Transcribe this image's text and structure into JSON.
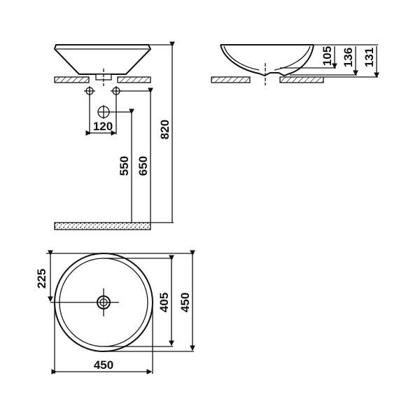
{
  "title": "Countertop washbasin technical drawing",
  "front_view": {
    "dims": {
      "tap_spacing": "120",
      "floor_to_tap": "650",
      "floor_to_drain": "550",
      "floor_to_top": "820"
    }
  },
  "side_view": {
    "dims": {
      "inner_depth": "105",
      "outer_height": "136",
      "height_above_counter": "131"
    }
  },
  "plan_view": {
    "dims": {
      "drain_offset": "225",
      "inner_diameter": "405",
      "outer_diameter_v": "450",
      "outer_diameter_h": "450"
    }
  },
  "colors": {
    "line": "#111111",
    "background": "#ffffff"
  }
}
